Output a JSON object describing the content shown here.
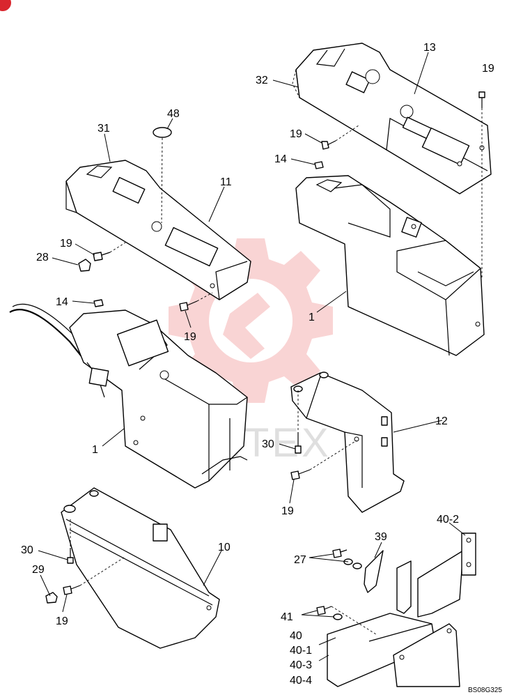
{
  "labels": {
    "l13": "13",
    "l19_top_right": "19",
    "l32": "32",
    "l19_upper_mid": "19",
    "l14_right": "14",
    "l48": "48",
    "l31": "31",
    "l11": "11",
    "l19_left": "19",
    "l28": "28",
    "l14_left": "14",
    "l19_mid": "19",
    "l1_right": "1",
    "l1_left": "1",
    "l12": "12",
    "l30_mid": "30",
    "l19_lower_mid": "19",
    "l30_left": "30",
    "l10": "10",
    "l29": "29",
    "l19_bottom_left": "19",
    "l39": "39",
    "l40_2": "40-2",
    "l27": "27",
    "l41": "41",
    "l40": "40",
    "l40_1": "40-1",
    "l40_3": "40-3",
    "l40_4": "40-4"
  },
  "watermark": {
    "text": "VIITEX"
  },
  "drawing_code": "BS08G325",
  "colors": {
    "line": "#000000",
    "watermark": "#e23b3b",
    "badge": "#d9262e"
  }
}
